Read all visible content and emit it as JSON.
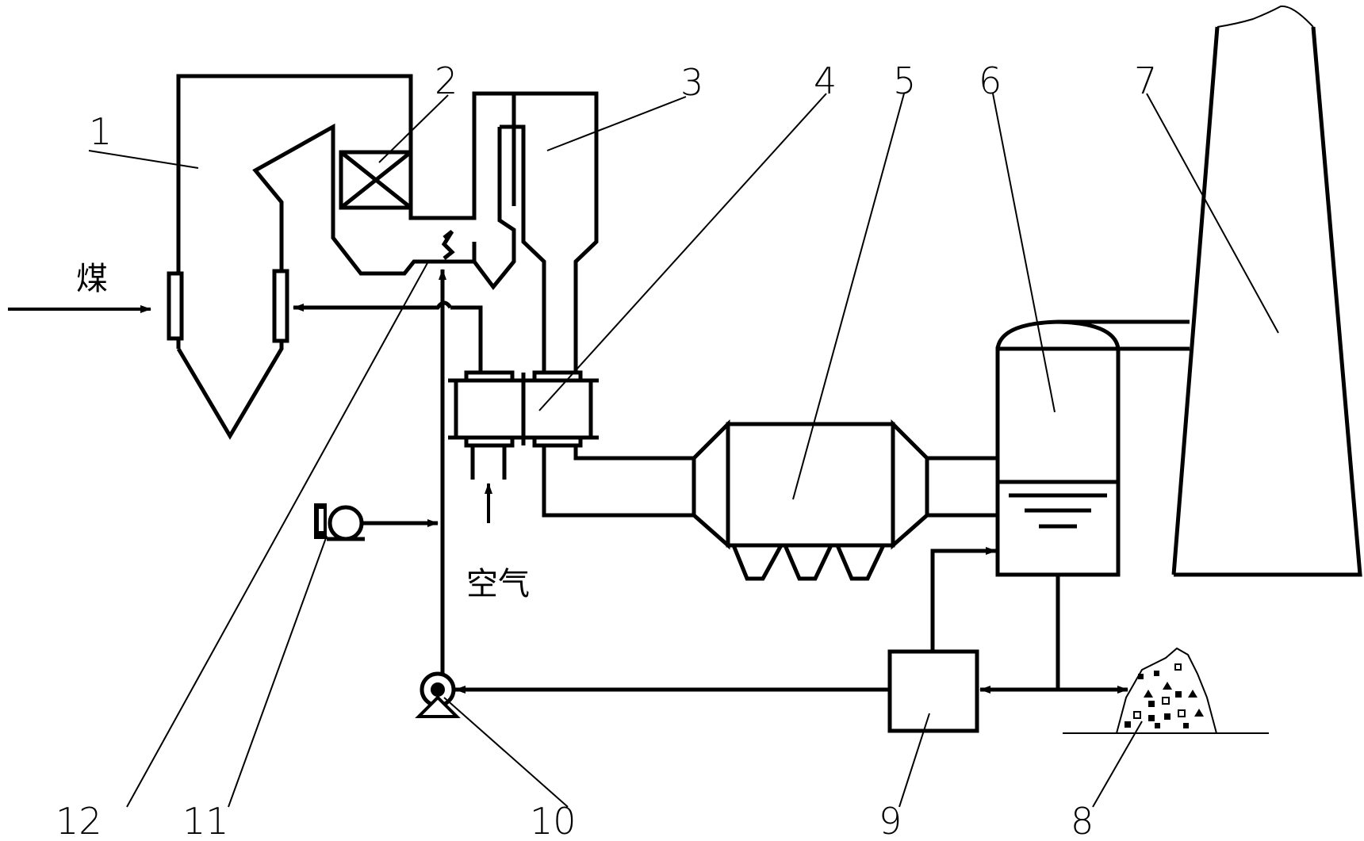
{
  "labels": {
    "coal": "煤",
    "air": "空气"
  },
  "callouts": [
    {
      "id": "1",
      "text": "1"
    },
    {
      "id": "2",
      "text": "2"
    },
    {
      "id": "3",
      "text": "3"
    },
    {
      "id": "4",
      "text": "4"
    },
    {
      "id": "5",
      "text": "5"
    },
    {
      "id": "6",
      "text": "6"
    },
    {
      "id": "7",
      "text": "7"
    },
    {
      "id": "8",
      "text": "8"
    },
    {
      "id": "9",
      "text": "9"
    },
    {
      "id": "10",
      "text": "10"
    },
    {
      "id": "11",
      "text": "11"
    },
    {
      "id": "12",
      "text": "12"
    }
  ],
  "colors": {
    "line": "#000000",
    "background": "#ffffff"
  }
}
